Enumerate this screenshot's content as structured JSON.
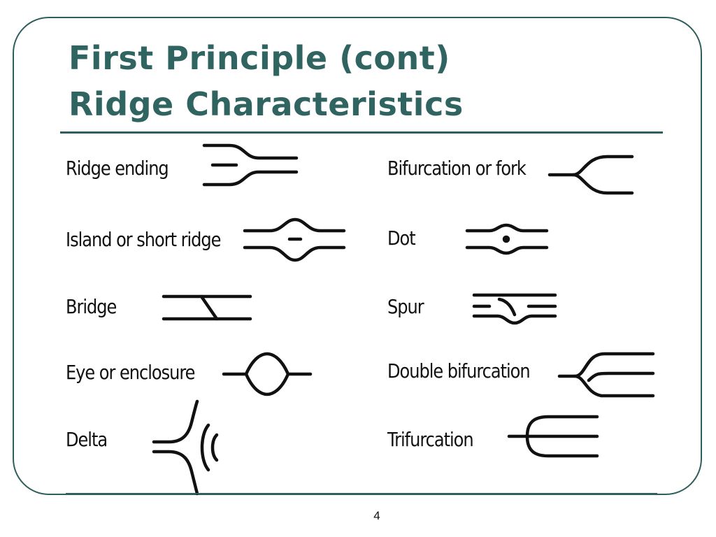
{
  "slide": {
    "title_line1": "First Principle (cont)",
    "title_line2": "Ridge Characteristics",
    "page_number": "4",
    "accent_color": "#2f6460"
  },
  "left_items": [
    {
      "label": "Ridge ending",
      "icon": "ridge-ending-icon"
    },
    {
      "label": "Island or short ridge",
      "icon": "island-icon"
    },
    {
      "label": "Bridge",
      "icon": "bridge-icon"
    },
    {
      "label": "Eye or enclosure",
      "icon": "eye-icon"
    },
    {
      "label": "Delta",
      "icon": "delta-icon"
    }
  ],
  "right_items": [
    {
      "label": "Bifurcation or fork",
      "icon": "bifurcation-icon"
    },
    {
      "label": "Dot",
      "icon": "dot-icon"
    },
    {
      "label": "Spur",
      "icon": "spur-icon"
    },
    {
      "label": "Double bifurcation",
      "icon": "double-bifurcation-icon"
    },
    {
      "label": "Trifurcation",
      "icon": "trifurcation-icon"
    }
  ]
}
